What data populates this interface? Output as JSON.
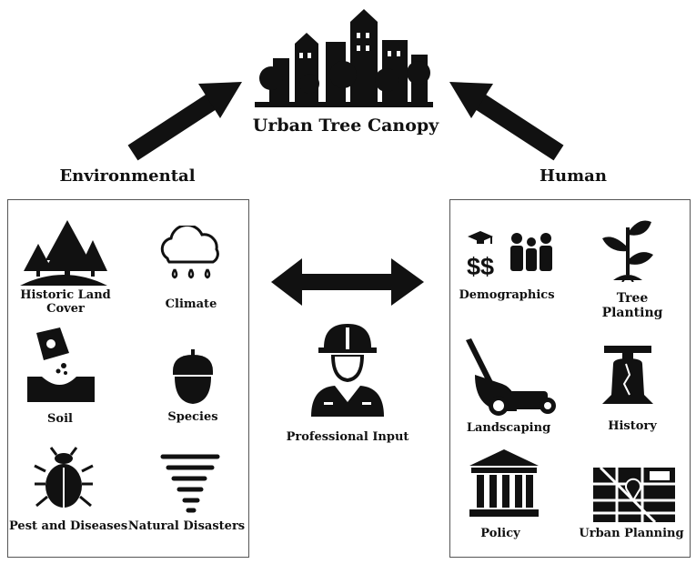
{
  "title": "Urban Tree Canopy",
  "environmental": {
    "heading": "Environmental",
    "items": {
      "historic": "Historic Land\nCover",
      "climate": "Climate",
      "soil": "Soil",
      "species": "Species",
      "pests": "Pest and Diseases",
      "disasters": "Natural Disasters"
    }
  },
  "human": {
    "heading": "Human",
    "items": {
      "demographics": "Demographics",
      "tree_planting": "Tree\nPlanting",
      "landscaping": "Landscaping",
      "history": "History",
      "policy": "Policy",
      "urban_planning": "Urban Planning"
    }
  },
  "center": {
    "label": "Professional Input"
  },
  "demographics_symbols": "$$",
  "colors": {
    "ink": "#111111",
    "border": "#555555"
  }
}
